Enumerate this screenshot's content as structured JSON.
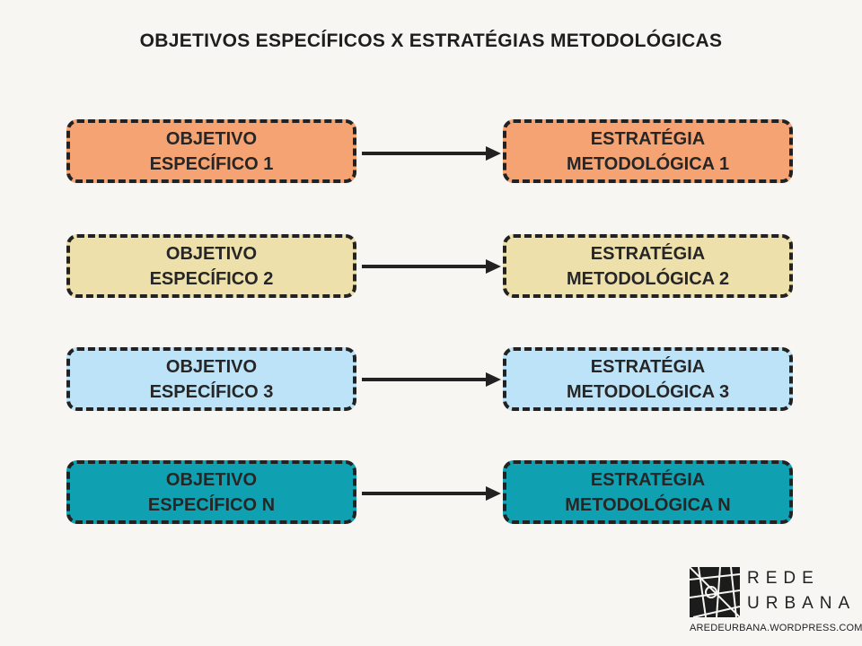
{
  "title": "OBJETIVOS ESPECÍFICOS X ESTRATÉGIAS METODOLÓGICAS",
  "rows": [
    {
      "objective": [
        "OBJETIVO",
        "ESPECÍFICO 1"
      ],
      "strategy": [
        "ESTRATÉGIA",
        "METODOLÓGICA 1"
      ],
      "color": "#f6a374"
    },
    {
      "objective": [
        "OBJETIVO",
        "ESPECÍFICO 2"
      ],
      "strategy": [
        "ESTRATÉGIA",
        "METODOLÓGICA 2"
      ],
      "color": "#ede0aa"
    },
    {
      "objective": [
        "OBJETIVO",
        "ESPECÍFICO 3"
      ],
      "strategy": [
        "ESTRATÉGIA",
        "METODOLÓGICA 3"
      ],
      "color": "#bde3f8"
    },
    {
      "objective": [
        "OBJETIVO",
        "ESPECÍFICO N"
      ],
      "strategy": [
        "ESTRATÉGIA",
        "METODOLÓGICA N"
      ],
      "color": "#0fa0b1"
    }
  ],
  "logo": {
    "line1": "REDE",
    "line2": "URBANA",
    "url": "AREDEURBANA.WORDPRESS.COM",
    "icon": "city-map-logo-icon"
  }
}
